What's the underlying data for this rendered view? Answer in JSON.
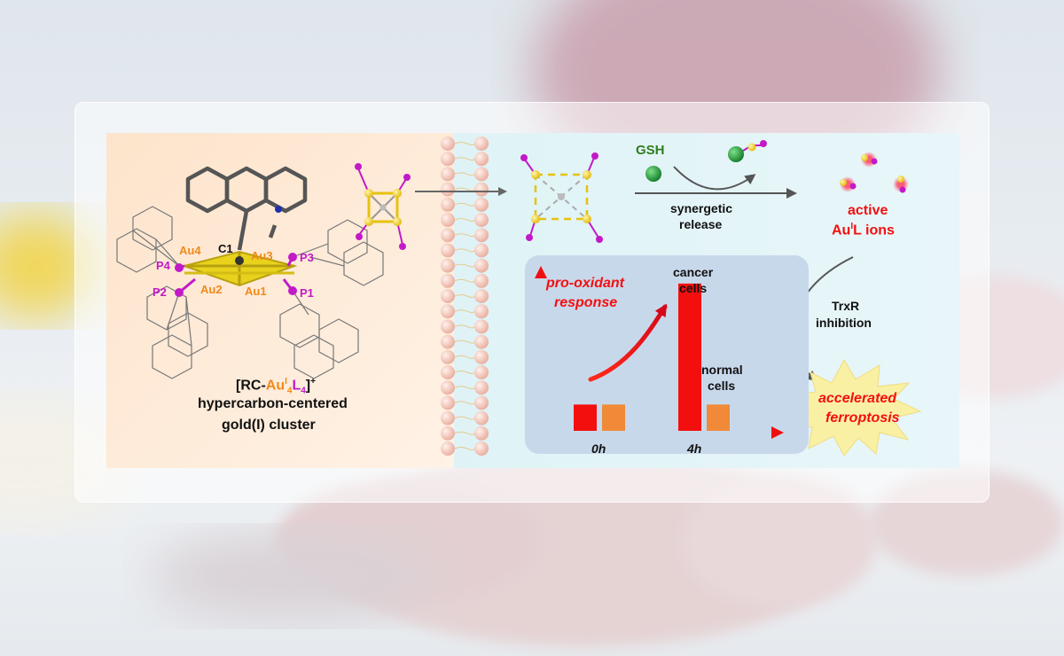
{
  "colors": {
    "accent_red": "#f40f0f",
    "gold": "#f2d21a",
    "magenta": "#c21ac8",
    "orange": "#f08a1a",
    "gsh_green": "#1d9a35"
  },
  "cluster": {
    "atom_labels": [
      "Au4",
      "C1",
      "Au3",
      "P4",
      "P3",
      "P2",
      "Au2",
      "Au1",
      "P1"
    ],
    "formula": {
      "prefix": "[R",
      "c": "C",
      "dash": "-",
      "au": "Au",
      "au_sup": "I",
      "au_sub": "4",
      "l": "L",
      "l_sub": "4",
      "close": "]",
      "charge": "+"
    },
    "caption_line1": "hypercarbon-centered",
    "caption_line2": "gold(I) cluster"
  },
  "release": {
    "gsh_label": "GSH",
    "synergetic_line1": "synergetic",
    "synergetic_line2": "release",
    "active_line1": "active",
    "active_au": "Au",
    "active_sup": "I",
    "active_rest": "L ions"
  },
  "pathway": {
    "inhibition_line1": "TrxR",
    "inhibition_line2": "inhibition",
    "outcome_line1": "accelerated",
    "outcome_line2": "ferroptosis"
  },
  "chart_data": {
    "type": "bar",
    "ylabel_line1": "pro-oxidant",
    "ylabel_line2": "response",
    "categories": [
      "0h",
      "4h"
    ],
    "series": [
      {
        "name": "cancer cells",
        "name_line1": "cancer",
        "name_line2": "cells",
        "color": "#f40f0f",
        "values": [
          1,
          5.6
        ]
      },
      {
        "name": "normal cells",
        "name_line1": "normal",
        "name_line2": "cells",
        "color": "#f08a38",
        "values": [
          1,
          1
        ]
      }
    ]
  }
}
